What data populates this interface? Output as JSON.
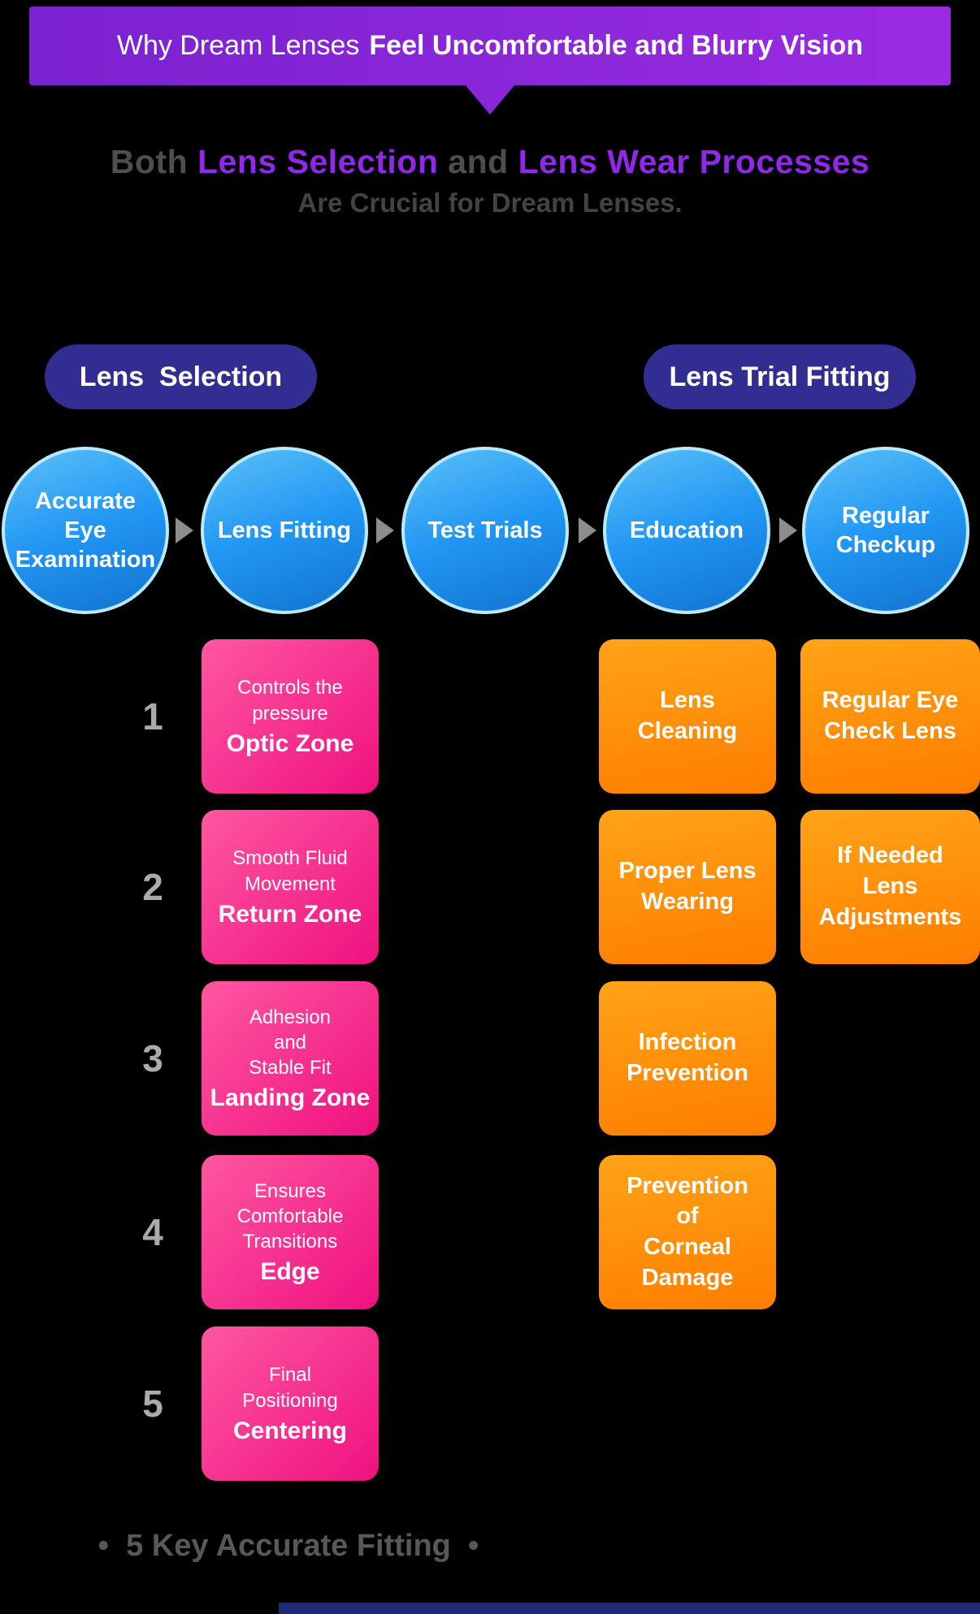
{
  "colors": {
    "background": "#000000",
    "banner_purple": "#8a26d9",
    "accent_purple": "#9128e8",
    "pill_indigo": "#312d91",
    "circle_blue": "#2196f3",
    "circle_border": "#b9e9ff",
    "step_pink": "#ef1180",
    "care_orange": "#ff7d00",
    "muted_gray": "#4e4e4e"
  },
  "header": {
    "title_light": "Why Dream Lenses",
    "title_bold": "Feel Uncomfortable and Blurry Vision"
  },
  "subtitle": {
    "prefix": "Both ",
    "highlight1": "Lens Selection",
    "connector": " and ",
    "highlight2": "Lens Wear Processes",
    "line2": "Are Crucial for Dream Lenses."
  },
  "sections": {
    "left_pill": "Lens  Selection",
    "right_pill": "Lens Trial Fitting"
  },
  "process": {
    "circles": [
      {
        "label": "Accurate\nEye\nExamination"
      },
      {
        "label": "Lens Fitting"
      },
      {
        "label": "Test Trials"
      },
      {
        "label": "Education"
      },
      {
        "label": "Regular\nCheckup"
      }
    ]
  },
  "fitting_steps": [
    {
      "number": "1",
      "desc": "Controls the\npressure",
      "title": "Optic Zone"
    },
    {
      "number": "2",
      "desc": "Smooth Fluid\nMovement",
      "title": "Return Zone"
    },
    {
      "number": "3",
      "desc": "Adhesion\nand\nStable Fit",
      "title": "Landing Zone"
    },
    {
      "number": "4",
      "desc": "Ensures\nComfortable\nTransitions",
      "title": "Edge"
    },
    {
      "number": "5",
      "desc": "Final\nPositioning",
      "title": "Centering"
    }
  ],
  "education_items": [
    {
      "label": "Lens\nCleaning"
    },
    {
      "label": "Proper Lens\nWearing"
    },
    {
      "label": "Infection\nPrevention"
    },
    {
      "label": "Prevention\nof\nCorneal\nDamage"
    }
  ],
  "checkup_items": [
    {
      "label": "Regular Eye\nCheck Lens"
    },
    {
      "label": "If Needed\nLens\nAdjustments"
    }
  ],
  "footer": {
    "caption": "•  5 Key Accurate Fitting  •"
  }
}
